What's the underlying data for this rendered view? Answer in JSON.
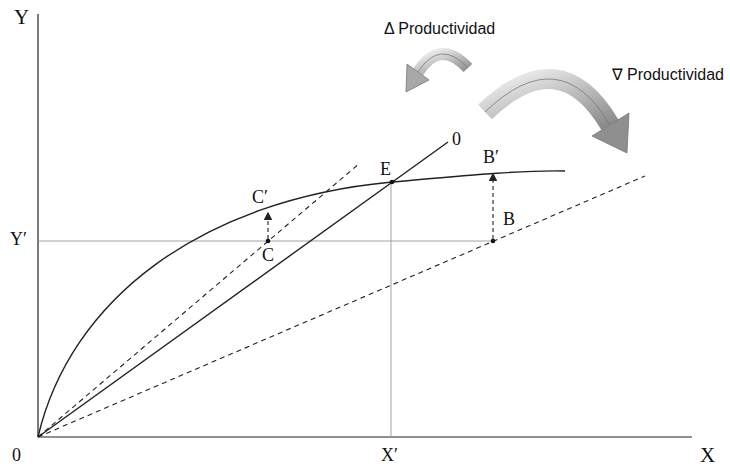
{
  "diagram": {
    "labels": [
      "Y",
      "X",
      "0",
      "0",
      "Y′",
      "X′",
      "E",
      "B′",
      "B",
      "C′",
      "C",
      "Δ Productividad",
      "∇ Productividad"
    ]
  }
}
